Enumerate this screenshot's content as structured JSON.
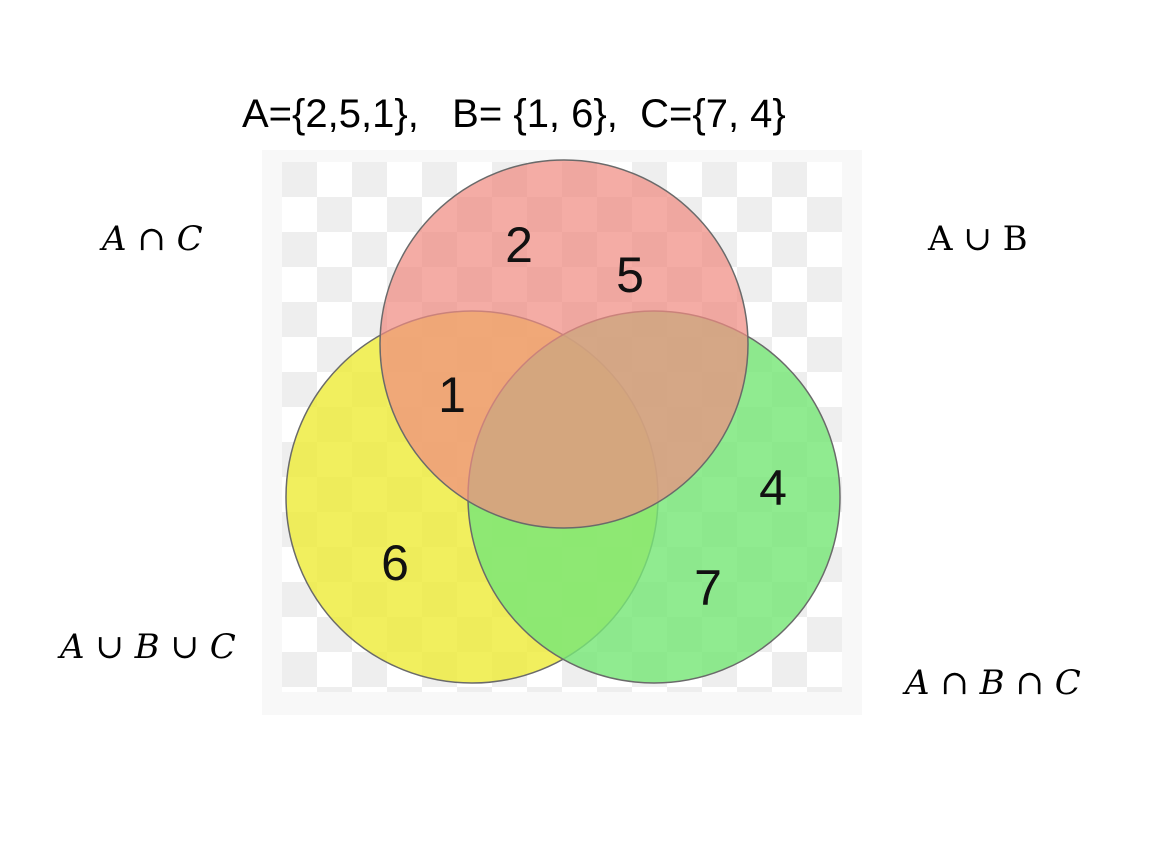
{
  "header": {
    "set_definitions": "A={2,5,1},   B= {1, 6},  C={7, 4}"
  },
  "expressions": {
    "a_inter_c": "A ∩ C",
    "a_union_b": "A ∪ B",
    "a_union_b_union_c": "A ∪ B ∪ C",
    "a_inter_b_inter_c": "A ∩ B ∩ C"
  },
  "venn": {
    "sets": [
      {
        "id": "A",
        "color": "#ee6a5c",
        "elements": [
          "2",
          "5"
        ]
      },
      {
        "id": "B",
        "color": "#ede23a",
        "elements": [
          "6"
        ]
      },
      {
        "id": "C",
        "color": "#6ee36b",
        "elements": [
          "4",
          "7"
        ]
      }
    ],
    "region_labels": {
      "a_only_1": "2",
      "a_only_2": "5",
      "a_and_b": "1",
      "b_only": "6",
      "c_only_1": "4",
      "c_only_2": "7"
    },
    "colors": {
      "a_fill": "#f08c82",
      "b_fill": "#eeeb3a",
      "c_fill": "#78e678",
      "checker_light": "#ffffff",
      "checker_dark": "#eeeeee",
      "outline": "#6a6a6a"
    }
  }
}
